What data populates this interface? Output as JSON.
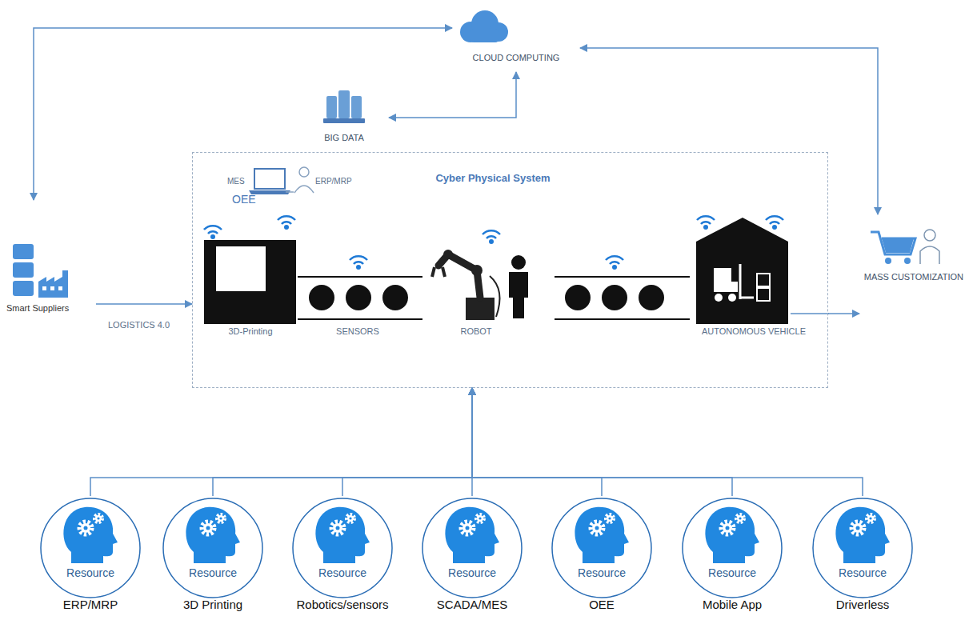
{
  "diagram": {
    "nodes": [
      {
        "text": [
          "CLOUD COMPUTING"
        ]
      },
      {
        "text": [
          "BIG DATA"
        ]
      },
      {
        "text": [
          "Cyber Physical System"
        ]
      },
      {
        "text": [
          "MES",
          "OEE",
          "ERP/MRP"
        ],
        "in": 2
      },
      {
        "text": [
          "3D-Printing"
        ],
        "in": 2
      },
      {
        "text": [
          "SENSORS"
        ],
        "in": 2
      },
      {
        "text": [
          "ROBOT"
        ],
        "in": 2
      },
      {
        "text": [
          "AUTONOMOUS VEHICLE"
        ],
        "in": 2
      },
      {
        "text": [
          "Smart Suppliers"
        ]
      },
      {
        "text": [
          "MASS CUSTOMIZATION"
        ]
      },
      {
        "text": [
          "Resource",
          "ERP/MRP"
        ]
      },
      {
        "text": [
          "Resource",
          "3D Printing"
        ]
      },
      {
        "text": [
          "Resource",
          "Robotics/sensors"
        ]
      },
      {
        "text": [
          "Resource",
          "SCADA/MES"
        ]
      },
      {
        "text": [
          "Resource",
          "OEE"
        ]
      },
      {
        "text": [
          "Resource",
          "Mobile App"
        ]
      },
      {
        "text": [
          "Resource",
          "Driverless"
        ]
      }
    ],
    "edges": [
      {
        "from": 0,
        "to": 1,
        "arrow": "both"
      },
      {
        "from": 0,
        "to": 8,
        "arrow": "both"
      },
      {
        "from": 0,
        "to": 9,
        "arrow": "both"
      },
      {
        "from": 8,
        "to": 2,
        "label": "LOGISTICS 4.0",
        "arrow": "to"
      },
      {
        "from": 2,
        "to": 9,
        "arrow": "to"
      },
      {
        "from": 10,
        "to": 2,
        "arrow": "to"
      },
      {
        "from": 11,
        "to": 2,
        "arrow": "to"
      },
      {
        "from": 12,
        "to": 2,
        "arrow": "to"
      },
      {
        "from": 13,
        "to": 2,
        "arrow": "to"
      },
      {
        "from": 14,
        "to": 2,
        "arrow": "to"
      },
      {
        "from": 15,
        "to": 2,
        "arrow": "to"
      },
      {
        "from": 16,
        "to": 2,
        "arrow": "to"
      }
    ]
  }
}
